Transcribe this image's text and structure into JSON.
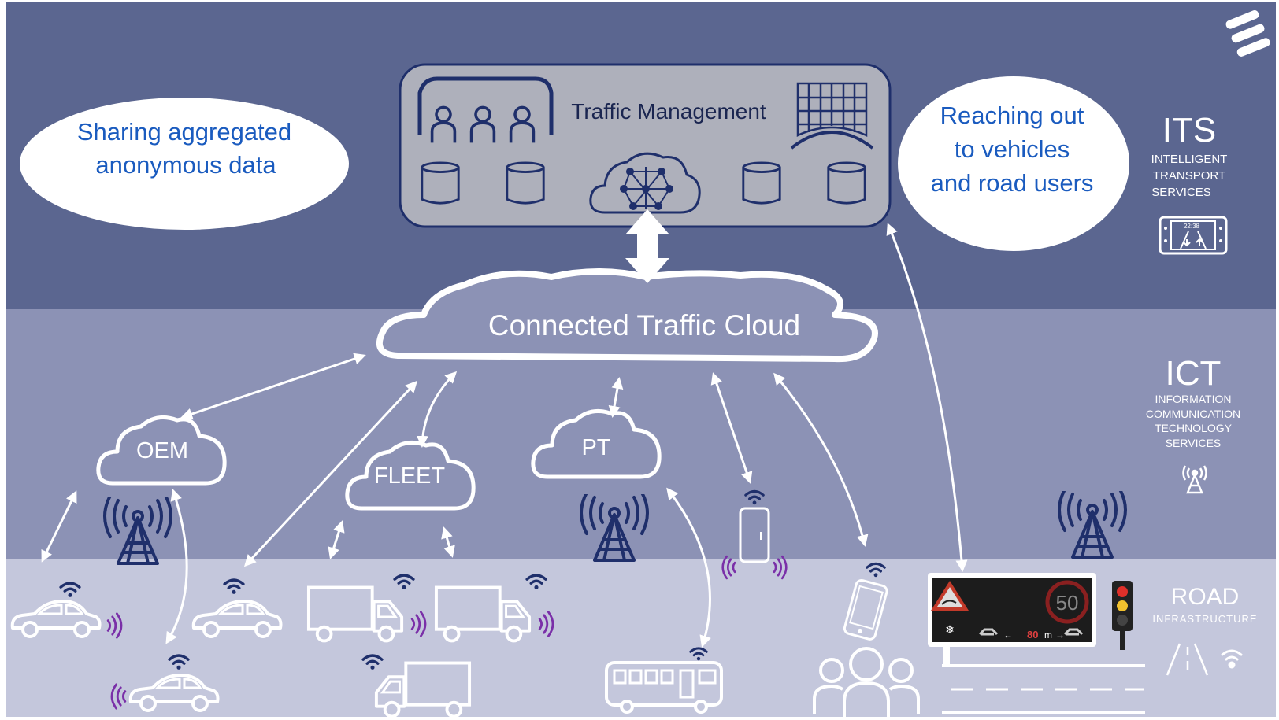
{
  "layers": {
    "its": {
      "title": "ITS",
      "lines": [
        "INTELLIGENT",
        "TRANSPORT",
        "SERVICES"
      ]
    },
    "ict": {
      "title": "ICT",
      "lines": [
        "INFORMATION",
        "COMMUNICATION",
        "TECHNOLOGY",
        "SERVICES"
      ]
    },
    "road": {
      "title": "ROAD",
      "subtitle": "INFRASTRUCTURE"
    }
  },
  "traffic_management": {
    "label": "Traffic Management"
  },
  "bubbles": {
    "left": [
      "Sharing aggregated",
      "anonymous data"
    ],
    "right": [
      "Reaching out",
      "to vehicles",
      "and road users"
    ]
  },
  "cloud": {
    "label": "Connected Traffic Cloud"
  },
  "sub_clouds": {
    "oem": "OEM",
    "fleet": "FLEET",
    "pt": "PT"
  },
  "sign": {
    "speed": "50",
    "distance": "80",
    "unit": "m",
    "time": "22:38"
  },
  "colors": {
    "its_band": "#5b6690",
    "ict_band": "#8c92b5",
    "road_band": "#c4c7dc",
    "icon_navy": "#1f2f6b",
    "bubble_text": "#1a5bbf",
    "signal_purple": "#7a2fa8"
  }
}
